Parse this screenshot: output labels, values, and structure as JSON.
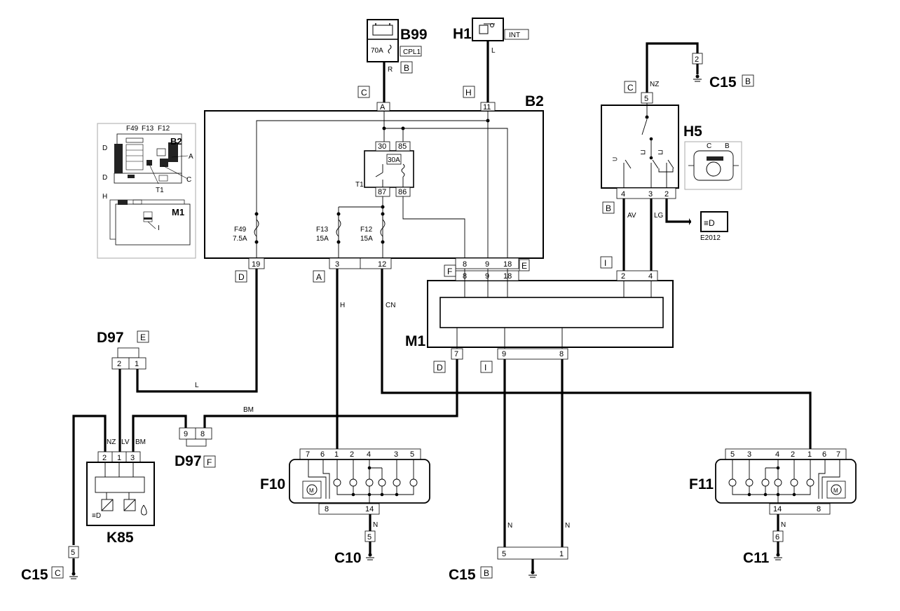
{
  "components": {
    "B99": {
      "label": "B99",
      "fuse": "70A",
      "tag": "CPL1",
      "loc": "B"
    },
    "H1": {
      "label": "H1",
      "tag": "INT"
    },
    "B2": {
      "label": "B2"
    },
    "H5": {
      "label": "H5",
      "inset_c": "C",
      "inset_b": "B"
    },
    "M1": {
      "label": "M1"
    },
    "D97_top": {
      "label": "D97",
      "loc": "E"
    },
    "D97_bottom": {
      "label": "D97",
      "loc": "F"
    },
    "K85": {
      "label": "K85"
    },
    "F10": {
      "label": "F10"
    },
    "F11": {
      "label": "F11"
    },
    "C15_top": {
      "label": "C15",
      "loc": "B"
    },
    "C15_left": {
      "label": "C15",
      "loc": "C"
    },
    "C15_bottom": {
      "label": "C15",
      "loc": "B"
    },
    "C10": {
      "label": "C10"
    },
    "C11": {
      "label": "C11"
    },
    "E2012": {
      "label": "E2012"
    }
  },
  "b2_internal": {
    "relay_pins": [
      "30",
      "85",
      "87",
      "86"
    ],
    "relay_fuse": "30A",
    "relay_label": "T1",
    "fuses": [
      {
        "name": "F49",
        "rating": "7.5A"
      },
      {
        "name": "F13",
        "rating": "15A"
      },
      {
        "name": "F12",
        "rating": "15A"
      }
    ],
    "top_pins": [
      "A",
      "11"
    ],
    "bottom_pins": [
      "19",
      "3",
      "12",
      "8",
      "9",
      "18"
    ]
  },
  "inset": {
    "fuses": [
      "F49",
      "F13",
      "F12"
    ],
    "b2": "B2",
    "letters": [
      "D",
      "A",
      "D",
      "C",
      "H",
      "I"
    ],
    "t1": "T1",
    "m1": "M1"
  },
  "connector_tags": {
    "c_b99": "C",
    "h_h1": "H",
    "c_h5": "C",
    "b_h5": "B",
    "i_m1": "I",
    "f_m1": "F",
    "e_m1": "E",
    "d_b2": "D",
    "a_b2": "A",
    "d_m1": "D",
    "i_m1b": "I"
  },
  "wire_labels": {
    "b99_b2": "R",
    "h1_b2": "L",
    "h5_gnd": "NZ",
    "h5_m1_a": "AV",
    "h5_m1_b": "LG",
    "b2_f10": "H",
    "b2_f11": "CN",
    "b2_d97": "L",
    "m1_d97": "BM",
    "k85_nz": "NZ",
    "k85_lv": "LV",
    "k85_bm": "BM",
    "f10_gnd": "N",
    "m1_gnd_a": "N",
    "m1_gnd_b": "N",
    "f11_gnd": "N"
  },
  "pins": {
    "h5_top": "5",
    "h5_bottom": [
      "4",
      "3",
      "2"
    ],
    "c15_top": "2",
    "m1_top": [
      "8",
      "9",
      "18",
      "2",
      "4"
    ],
    "m1_bottom": [
      "7",
      "9",
      "8"
    ],
    "d97_top": [
      "2",
      "1"
    ],
    "d97_bottom": [
      "9",
      "8"
    ],
    "k85": [
      "2",
      "1",
      "3"
    ],
    "c15_left": "5",
    "f10_top": [
      "7",
      "6",
      "1",
      "2",
      "4",
      "3",
      "5"
    ],
    "f10_bottom": [
      "8",
      "14"
    ],
    "c10": "5",
    "c15_bottom": [
      "5",
      "1"
    ],
    "f11_top": [
      "5",
      "3",
      "4",
      "2",
      "1",
      "6",
      "7"
    ],
    "f11_bottom": [
      "14",
      "8"
    ],
    "c11": "6"
  }
}
